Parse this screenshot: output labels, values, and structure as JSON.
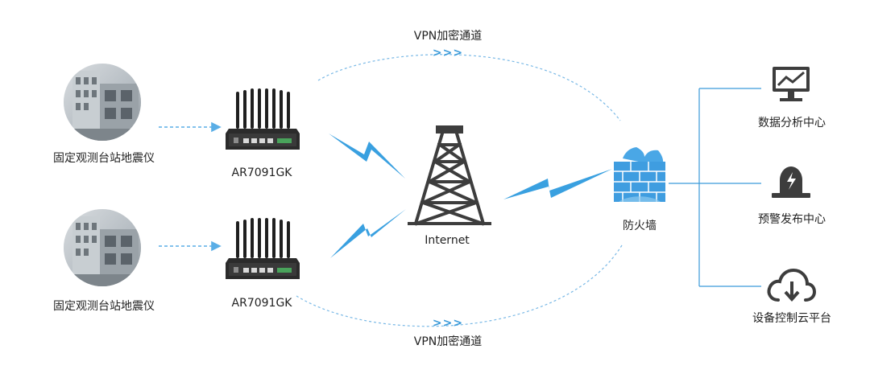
{
  "sites": [
    {
      "label": "固定观测台站地震仪"
    },
    {
      "label": "固定观测台站地震仪"
    }
  ],
  "routers": [
    {
      "label": "AR7091GK"
    },
    {
      "label": "AR7091GK"
    }
  ],
  "internet": {
    "label": "Internet"
  },
  "firewall": {
    "label": "防火墙"
  },
  "vpn": {
    "top_label": "VPN加密通道",
    "bottom_label": "VPN加密通道",
    "arrows": ">>>"
  },
  "endpoints": [
    {
      "label": "数据分析中心",
      "icon": "monitor-chart-icon"
    },
    {
      "label": "预警发布中心",
      "icon": "alarm-bell-icon"
    },
    {
      "label": "设备控制云平台",
      "icon": "cloud-download-icon"
    }
  ],
  "colors": {
    "accent": "#3a9ad9",
    "dashed": "#5aaee6",
    "lightning": "#39a0e0",
    "icon_dark": "#3d3d3d",
    "firewall": "#3f9de0"
  }
}
